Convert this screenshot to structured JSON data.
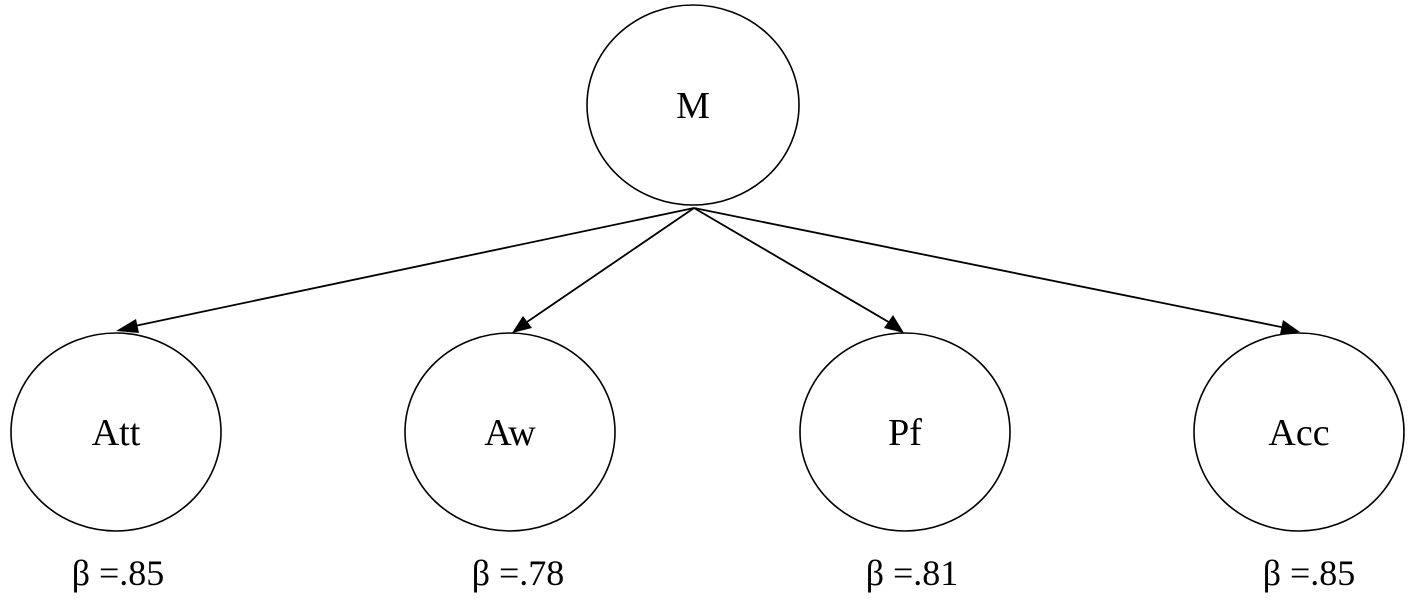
{
  "nodes": {
    "root": {
      "label": "M"
    },
    "children": [
      {
        "id": "att",
        "label": "Att",
        "coefficient": "β =.85"
      },
      {
        "id": "aw",
        "label": "Aw",
        "coefficient": "β =.78"
      },
      {
        "id": "pf",
        "label": "Pf",
        "coefficient": "β =.81"
      },
      {
        "id": "acc",
        "label": "Acc",
        "coefficient": "β =.85"
      }
    ]
  },
  "edges": [
    {
      "from": "M",
      "to": "Att"
    },
    {
      "from": "M",
      "to": "Aw"
    },
    {
      "from": "M",
      "to": "Pf"
    },
    {
      "from": "M",
      "to": "Acc"
    }
  ],
  "colors": {
    "stroke": "#000000",
    "fill": "#ffffff"
  }
}
